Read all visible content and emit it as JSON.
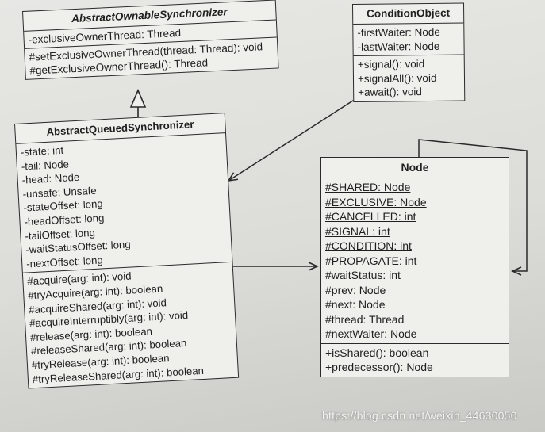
{
  "abstract_ownable_synchronizer": {
    "name": "AbstractOwnableSynchronizer",
    "attributes": [
      "-exclusiveOwnerThread: Thread"
    ],
    "operations": [
      "#setExclusiveOwnerThread(thread: Thread): void",
      "#getExclusiveOwnerThread(): Thread"
    ]
  },
  "condition_object": {
    "name": "ConditionObject",
    "attributes": [
      "-firstWaiter: Node",
      "-lastWaiter: Node"
    ],
    "operations": [
      "+signal(): void",
      "+signalAll(): void",
      "+await(): void"
    ]
  },
  "abstract_queued_synchronizer": {
    "name": "AbstractQueuedSynchronizer",
    "attributes": [
      "-state: int",
      "-tail: Node",
      "-head: Node",
      "-unsafe: Unsafe",
      "-stateOffset: long",
      "-headOffset: long",
      "-tailOffset: long",
      "-waitStatusOffset: long",
      "-nextOffset: long"
    ],
    "operations": [
      "#acquire(arg: int): void",
      "#tryAcquire(arg: int): boolean",
      "#acquireShared(arg: int): void",
      "#acquireInterruptibly(arg: int): void",
      "#release(arg: int): boolean",
      "#releaseShared(arg: int): boolean",
      "#tryRelease(arg: int): boolean",
      "#tryReleaseShared(arg: int): boolean"
    ]
  },
  "node": {
    "name": "Node",
    "static_attributes": [
      "#SHARED: Node",
      "#EXCLUSIVE: Node",
      "#CANCELLED: int",
      "#SIGNAL: int",
      "#CONDITION: int",
      "#PROPAGATE: int"
    ],
    "attributes": [
      "#waitStatus: int",
      "#prev: Node",
      "#next: Node",
      "#thread: Thread",
      "#nextWaiter: Node"
    ],
    "operations": [
      "+isShared(): boolean",
      "+predecessor(): Node"
    ]
  },
  "watermark": "https://blog.csdn.net/weixin_44630050",
  "colors": {
    "background": "#dcdcd8",
    "box_fill": "#efefec",
    "line": "#2a2a2a"
  }
}
